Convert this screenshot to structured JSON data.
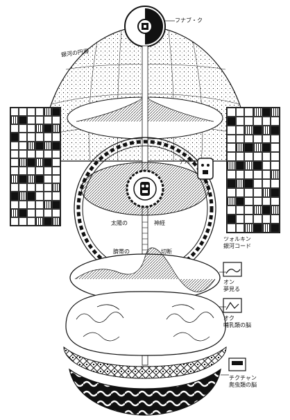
{
  "labels": {
    "hunab_ku": "フナブ・ク",
    "galactic_ring": "銀河の円周",
    "ahau": "アハウ",
    "solar_plexus": "太陽の",
    "solar_plexus_2": "神経",
    "umbilical": "臍帯の",
    "cut": "切断",
    "tzolkin": "ツォルキン",
    "galactic_code": "銀河コード",
    "dream_brain_1": "オン",
    "dream_brain_2": "夢見る",
    "mammal_1": "オク",
    "mammal_2": "哺乳類の脳",
    "reptile_1": "チクチャン",
    "reptile_2": "爬虫類の脳"
  },
  "colors": {
    "ink": "#111111",
    "paper": "#ffffff"
  },
  "icons": {
    "top_glyph": "hunab-ku-icon",
    "sun_glyph": "ahau-sun-icon",
    "ahau_face": "ahau-face-icon",
    "dream_icon": "dreaming-glyph-icon",
    "mammal_icon": "mammal-glyph-icon",
    "reptile_icon": "serpent-glyph-icon"
  }
}
